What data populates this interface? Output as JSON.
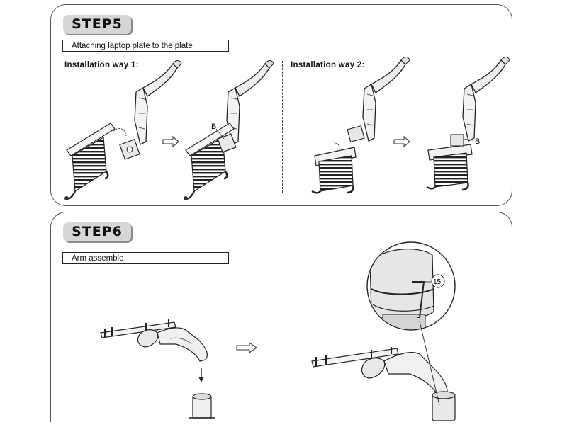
{
  "steps": [
    {
      "badge": "STEP5",
      "caption": "Attaching laptop plate to the plate",
      "ways": [
        "Installation way 1:",
        "Installation way 2:"
      ],
      "callouts": [
        "B",
        "B"
      ]
    },
    {
      "badge": "STEP6",
      "caption": "Arm assemble",
      "callout_number": "15"
    }
  ],
  "icons": [
    "right-arrow-icon",
    "down-arrow-icon",
    "hex-key-icon"
  ]
}
